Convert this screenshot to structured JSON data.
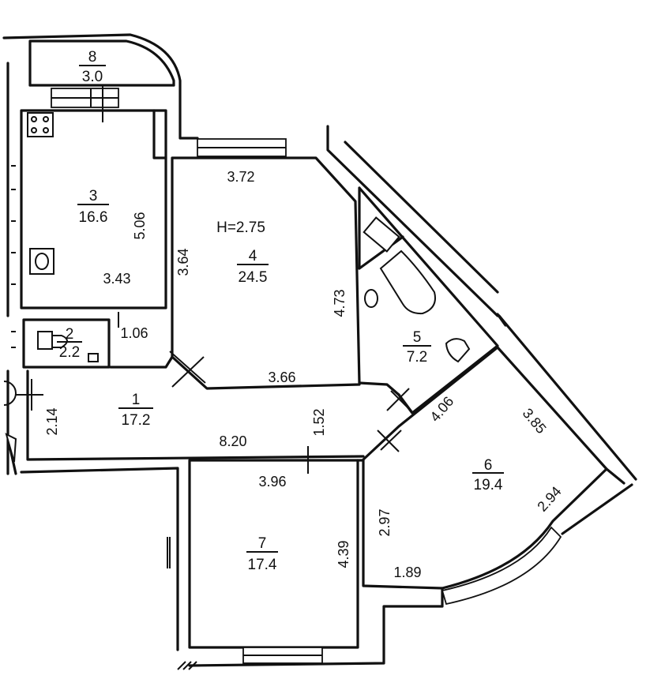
{
  "ceiling_height": "H=2.75",
  "rooms": [
    {
      "number": "8",
      "area": "3.0"
    },
    {
      "number": "3",
      "area": "16.6"
    },
    {
      "number": "4",
      "area": "24.5"
    },
    {
      "number": "2",
      "area": "2.2"
    },
    {
      "number": "5",
      "area": "7.2"
    },
    {
      "number": "1",
      "area": "17.2"
    },
    {
      "number": "6",
      "area": "19.4"
    },
    {
      "number": "7",
      "area": "17.4"
    }
  ],
  "dimensions": {
    "r3_height": "5.06",
    "r3_width": "3.43",
    "r4_top": "3.72",
    "r4_left": "3.64",
    "r4_right": "4.73",
    "r4_bottom": "3.66",
    "r2_width": "1.06",
    "r1_left": "2.14",
    "r1_width": "8.20",
    "r1_right": "1.52",
    "r6_top": "4.06",
    "r6_right": "3.85",
    "r6_diag": "2.94",
    "r6_left": "2.97",
    "r6_bottom": "1.89",
    "r7_top": "3.96",
    "r7_right": "4.39"
  }
}
